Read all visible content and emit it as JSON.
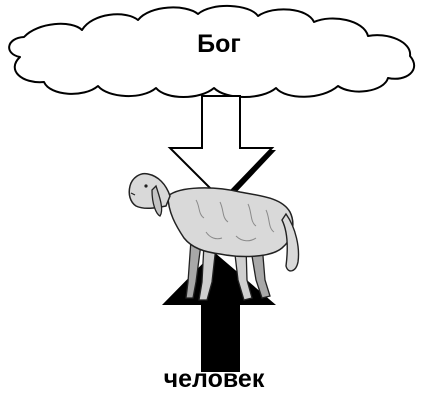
{
  "diagram": {
    "top_label": "Бог",
    "bottom_label": "человек",
    "figure": "lamb",
    "colors": {
      "cloud_fill": "#ffffff",
      "cloud_stroke": "#000000",
      "down_arrow_fill": "#ffffff",
      "up_arrow_fill": "#000000",
      "lamb_fill": "#d9d9d9",
      "shadow": "#000000"
    }
  }
}
